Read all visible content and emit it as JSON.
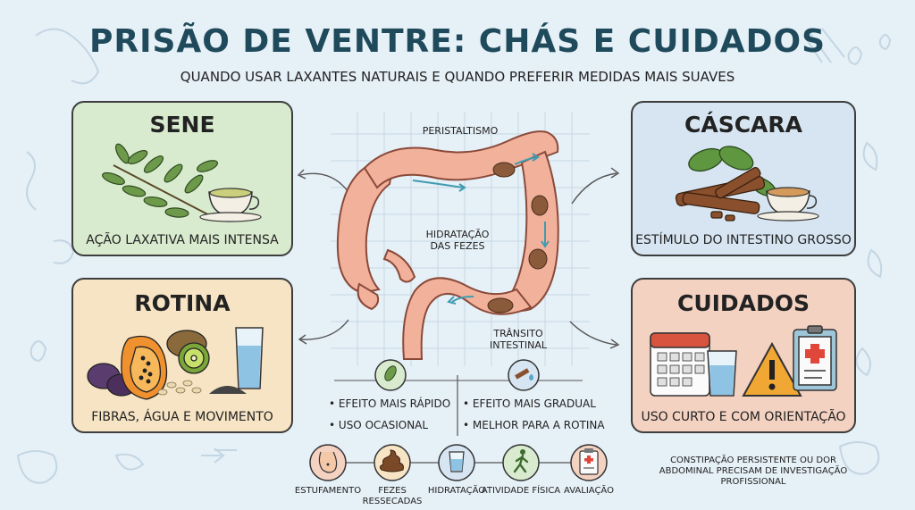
{
  "header": {
    "title": "PRISÃO DE VENTRE: CHÁS E CUIDADOS",
    "subtitle": "QUANDO USAR LAXANTES NATURAIS E QUANDO PREFERIR MEDIDAS MAIS SUAVES"
  },
  "cards": {
    "sene": {
      "title": "SENE",
      "caption": "AÇÃO LAXATIVA MAIS INTENSA",
      "color": "#d9ebcf"
    },
    "cascara": {
      "title": "CÁSCARA",
      "caption": "ESTÍMULO DO INTESTINO GROSSO",
      "color": "#d6e5f1"
    },
    "rotina": {
      "title": "ROTINA",
      "caption": "FIBRAS, ÁGUA E MOVIMENTO",
      "color": "#f7e4c4"
    },
    "cuidados": {
      "title": "CUIDADOS",
      "caption": "USO CURTO E COM ORIENTAÇÃO",
      "color": "#f4d2c2"
    }
  },
  "diagram": {
    "labels": {
      "peristaltismo": "PERISTALTISMO",
      "hidratacao": "HIDRATAÇÃO DAS FEZES",
      "transito": "TRÂNSITO INTESTINAL"
    }
  },
  "comparison": {
    "left": [
      "EFEITO MAIS RÁPIDO",
      "USO OCASIONAL"
    ],
    "right": [
      "EFEITO MAIS GRADUAL",
      "MELHOR PARA A ROTINA"
    ]
  },
  "bottom_items": [
    {
      "label": "ESTUFAMENTO",
      "icon": "belly-icon"
    },
    {
      "label": "FEZES RESSECADAS",
      "icon": "stool-icon"
    },
    {
      "label": "HIDRATAÇÃO",
      "icon": "water-glass-icon"
    },
    {
      "label": "ATIVIDADE FÍSICA",
      "icon": "walking-icon"
    },
    {
      "label": "AVALIAÇÃO",
      "icon": "clipboard-icon"
    }
  ],
  "note": "CONSTIPAÇÃO PERSISTENTE OU DOR ABDOMINAL PRECISAM DE INVESTIGAÇÃO PROFISSIONAL"
}
